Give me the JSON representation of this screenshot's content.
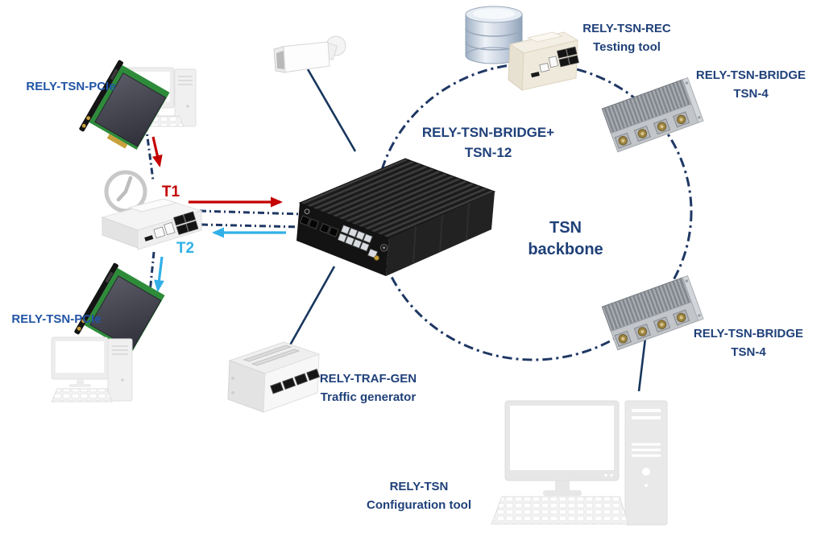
{
  "colors": {
    "label_navy": "#1f4079",
    "label_blue": "#2154a5",
    "t1_red": "#c40000",
    "t2_cyan": "#31b0e8",
    "solid_line_navy": "#17365d",
    "dashed_ring_navy": "#1f3864"
  },
  "nodes": {
    "pcie_top": {
      "label": "RELY-TSN-PCIe"
    },
    "pcie_bottom": {
      "label": "RELY-TSN-PCIe"
    },
    "central_switch": {
      "line1": "RELY-TSN-BRIDGE+",
      "line2": "TSN-12"
    },
    "rec": {
      "line1": "RELY-TSN-REC",
      "line2": "Testing tool"
    },
    "bridge_top": {
      "line1": "RELY-TSN-BRIDGE",
      "line2": "TSN-4"
    },
    "bridge_bottom": {
      "line1": "RELY-TSN-BRIDGE",
      "line2": "TSN-4"
    },
    "backbone": {
      "line1": "TSN",
      "line2": "backbone"
    },
    "traffic_generator": {
      "line1": "RELY-TRAF-GEN",
      "line2": "Traffic generator"
    },
    "config_tool": {
      "line1": "RELY-TSN",
      "line2": "Configuration tool"
    }
  },
  "sync_labels": {
    "t1": "T1",
    "t2": "T2"
  }
}
